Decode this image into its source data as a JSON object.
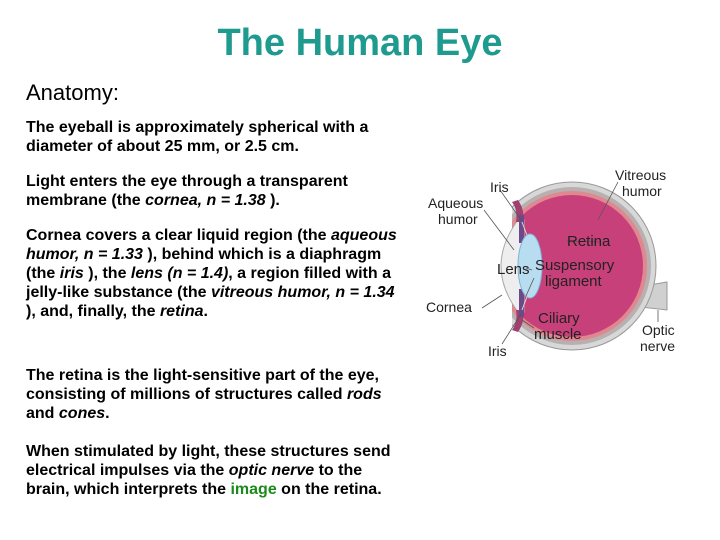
{
  "title": "The Human Eye",
  "heading": "Anatomy:",
  "paragraphs": {
    "p1": "The eyeball is approximately spherical with a diameter of about 25 mm, or 2.5 cm.",
    "p2": {
      "a": "Light enters the eye through a transparent membrane (the ",
      "b": "cornea, n = 1.38",
      "c": " )."
    },
    "p3": {
      "a": "Cornea covers a clear liquid region (the ",
      "b": "aqueous humor, n = 1.33",
      "c": " ), behind which is a diaphragm (the ",
      "d": "iris",
      "e": " ), the ",
      "f": "lens (n = 1.4)",
      "g": ", a region filled with a jelly-like substance (the ",
      "h": "vitreous humor, n = 1.34",
      "i": " ), and, finally, the ",
      "j": "retina",
      "k": "."
    },
    "p4": {
      "a": "The retina is the light-sensitive part of the eye, consisting of millions of structures called ",
      "b": "rods",
      "c": " and ",
      "d": "cones",
      "e": "."
    },
    "p5": {
      "a": "When stimulated by light, these structures send electrical impulses via the ",
      "b": "optic nerve",
      "c": " to the brain, which interprets the ",
      "d": "image",
      "e": " on the retina."
    }
  },
  "diagram": {
    "labels": {
      "iris_top": "Iris",
      "aqueous_1": "Aqueous",
      "aqueous_2": "humor",
      "vitreous_1": "Vitreous",
      "vitreous_2": "humor",
      "retina": "Retina",
      "lens": "Lens",
      "suspensory_1": "Suspensory",
      "suspensory_2": "ligament",
      "cornea": "Cornea",
      "ciliary_1": "Ciliary",
      "ciliary_2": "muscle",
      "optic_1": "Optic",
      "optic_2": "nerve",
      "iris_bottom": "Iris"
    },
    "colors": {
      "sclera": "#d8d8d8",
      "choroid": "#b8b0b0",
      "retina": "#e08890",
      "vitreous": "#c8407a",
      "lens": "#b8dcf0",
      "iris": "#6b4a8a",
      "cornea": "#eeeeee",
      "optic_nerve": "#d0d0d0"
    }
  },
  "colors": {
    "title": "#1f9a8f",
    "highlight": "#1a8a1a"
  }
}
